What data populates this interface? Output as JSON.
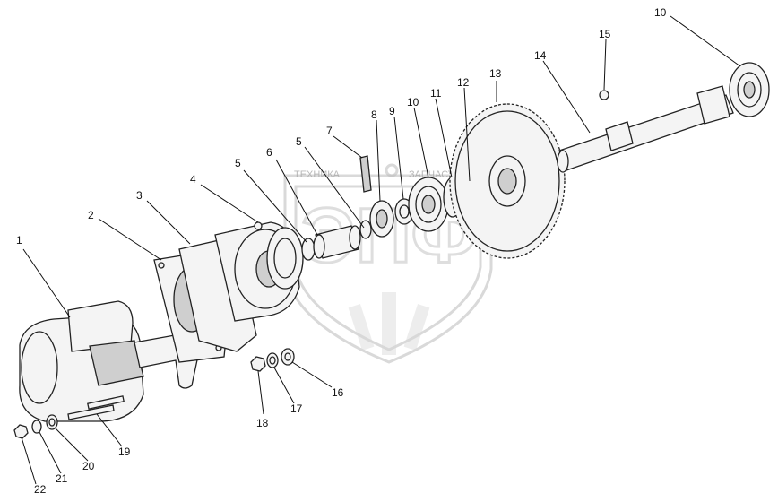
{
  "watermark": {
    "left_word": "ТЕХНИКА",
    "right_word": "ЗАПЧАСТИ",
    "logo_letters": "ЭПФ"
  },
  "callouts": [
    {
      "id": "c1",
      "label": "1"
    },
    {
      "id": "c2",
      "label": "2"
    },
    {
      "id": "c3",
      "label": "3"
    },
    {
      "id": "c4",
      "label": "4"
    },
    {
      "id": "c5a",
      "label": "5"
    },
    {
      "id": "c5b",
      "label": "5"
    },
    {
      "id": "c6",
      "label": "6"
    },
    {
      "id": "c7",
      "label": "7"
    },
    {
      "id": "c8",
      "label": "8"
    },
    {
      "id": "c9",
      "label": "9"
    },
    {
      "id": "c10a",
      "label": "10"
    },
    {
      "id": "c10b",
      "label": "10"
    },
    {
      "id": "c11",
      "label": "11"
    },
    {
      "id": "c12",
      "label": "12"
    },
    {
      "id": "c13",
      "label": "13"
    },
    {
      "id": "c14",
      "label": "14"
    },
    {
      "id": "c15",
      "label": "15"
    },
    {
      "id": "c16",
      "label": "16"
    },
    {
      "id": "c17",
      "label": "17"
    },
    {
      "id": "c18",
      "label": "18"
    },
    {
      "id": "c19",
      "label": "19"
    },
    {
      "id": "c20",
      "label": "20"
    },
    {
      "id": "c21",
      "label": "21"
    },
    {
      "id": "c22",
      "label": "22"
    }
  ]
}
